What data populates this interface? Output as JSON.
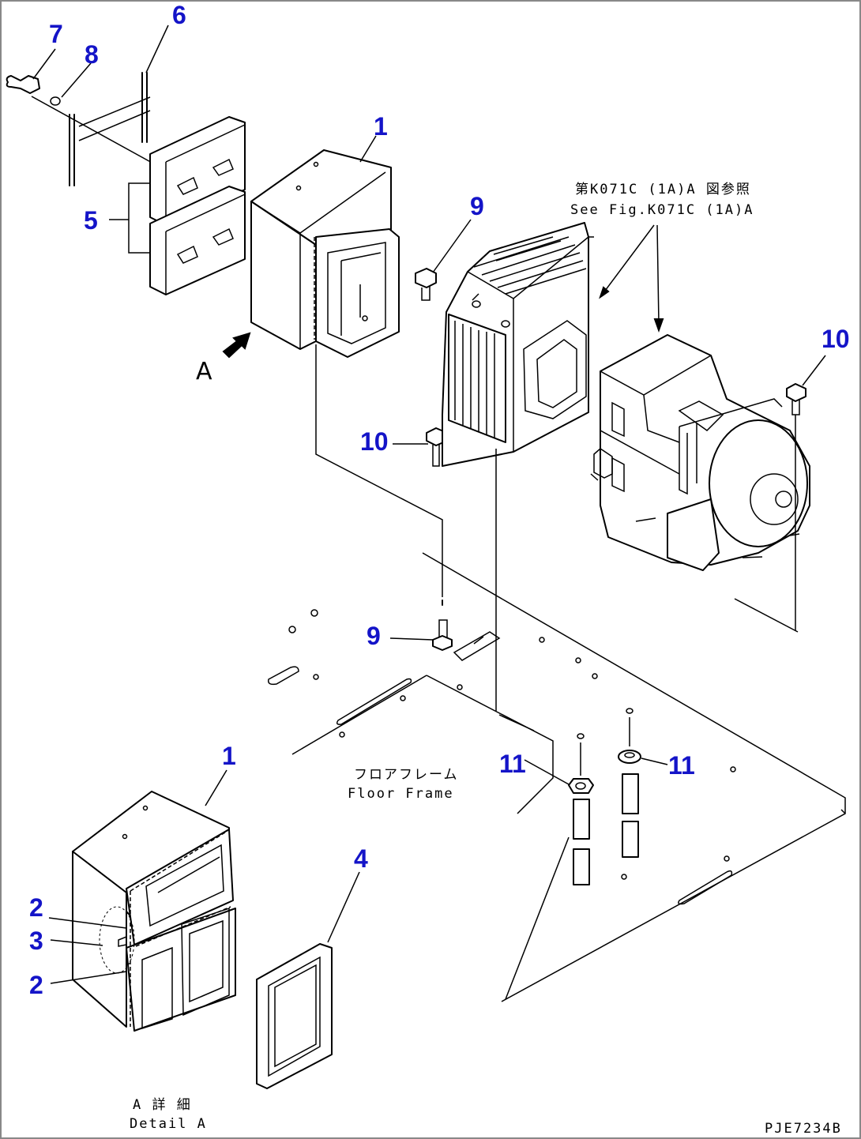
{
  "callouts": {
    "p1_top": "1",
    "p1_detail": "1",
    "p2_a": "2",
    "p2_b": "2",
    "p3": "3",
    "p4": "4",
    "p5": "5",
    "p6": "6",
    "p7": "7",
    "p8": "8",
    "p9_top": "9",
    "p9_floor": "9",
    "p10_left": "10",
    "p10_right": "10",
    "p11_left": "11",
    "p11_right": "11"
  },
  "view_marker": "A",
  "reference_note": {
    "line1": "第K071C (1A)A 図参照",
    "line2": "See Fig.K071C (1A)A"
  },
  "floor_frame": {
    "line1": "フロアフレーム",
    "line2": "Floor Frame"
  },
  "detail_label": {
    "line1": "A 詳 細",
    "line2": "Detail A"
  },
  "drawing_number": "PJE7234B",
  "colors": {
    "callout": "#1414c8",
    "line": "#000000",
    "background": "#ffffff"
  }
}
